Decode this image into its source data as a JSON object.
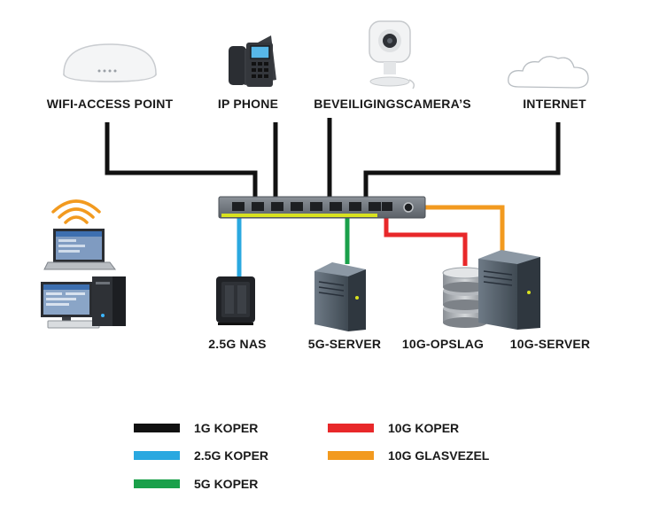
{
  "colors": {
    "copper_1g": "#111111",
    "copper_2_5g": "#2aa8e0",
    "copper_5g": "#1aa04a",
    "copper_10g": "#e8282a",
    "fiber_10g": "#f29a1f"
  },
  "devices": {
    "wifi_ap": "WIFI-ACCESS POINT",
    "ip_phone": "IP PHONE",
    "cameras": "BEVEILIGINGSCAMERA’S",
    "internet": "INTERNET",
    "nas": "2.5G NAS",
    "server_5g": "5G-SERVER",
    "storage_10g": "10G-OPSLAG",
    "server_10g": "10G-SERVER"
  },
  "legend": [
    {
      "label": "1G KOPER",
      "color": "#111111"
    },
    {
      "label": "2.5G KOPER",
      "color": "#2aa8e0"
    },
    {
      "label": "5G KOPER",
      "color": "#1aa04a"
    },
    {
      "label": "10G KOPER",
      "color": "#e8282a"
    },
    {
      "label": "10G GLASVEZEL",
      "color": "#f29a1f"
    }
  ]
}
